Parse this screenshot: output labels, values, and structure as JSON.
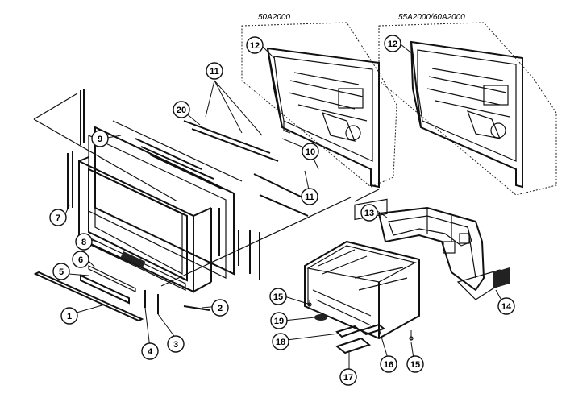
{
  "models": {
    "left": "50A2000",
    "right": "55A2000/60A2000"
  },
  "callouts": {
    "c1": "1",
    "c2": "2",
    "c3": "3",
    "c4": "4",
    "c5": "5",
    "c6": "6",
    "c7": "7",
    "c8": "8",
    "c9": "9",
    "c10": "10",
    "c11a": "11",
    "c11b": "11",
    "c12a": "12",
    "c12b": "12",
    "c13": "13",
    "c14": "14",
    "c15a": "15",
    "c15b": "15",
    "c16": "16",
    "c17": "17",
    "c18": "18",
    "c19": "19",
    "c20": "20"
  }
}
